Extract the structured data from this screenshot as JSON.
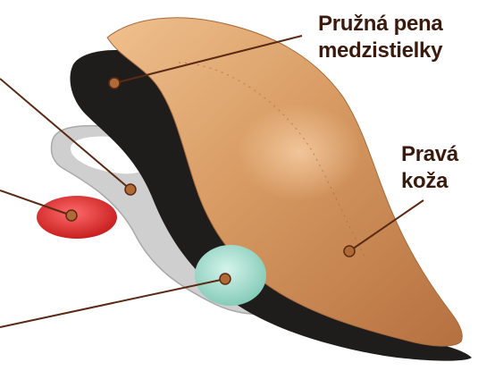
{
  "colors": {
    "label_text": "#3a1a0c",
    "leader_line": "#5a2a14",
    "leader_dot": "#b06a36",
    "leather": "#d79a62",
    "leather_highlight": "#efc08e",
    "leather_shadow": "#b57040",
    "black_layer": "#1f1d1c",
    "grey_frame": "#cfcfcf",
    "grey_frame_shadow": "#a9a9a9",
    "red_pad": "#e23a3a",
    "mint_pad": "#a8e0d2"
  },
  "callouts": [
    {
      "id": "flexible-foam",
      "lines": [
        "Pružná pena",
        "medzistielky"
      ]
    },
    {
      "id": "natural-leather",
      "lines": [
        "Pravá",
        "koža"
      ]
    }
  ]
}
